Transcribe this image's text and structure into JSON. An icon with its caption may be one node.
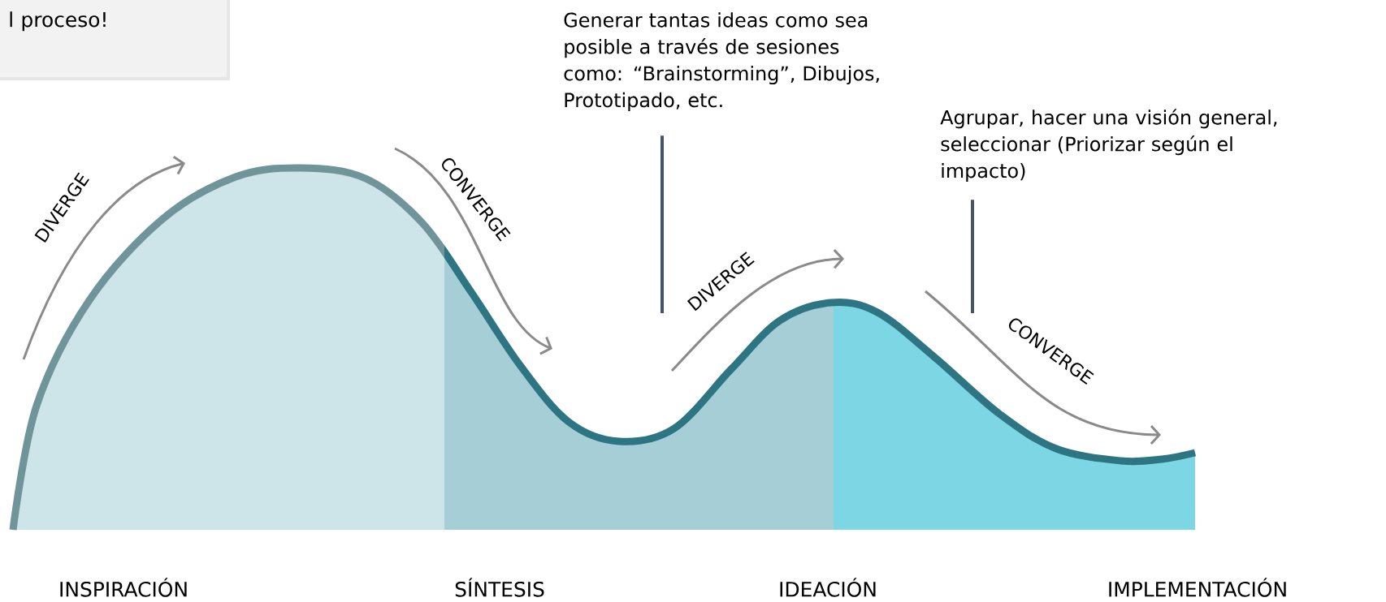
{
  "diagram": {
    "nodes": [
      {
        "text": [
          "l proceso!"
        ]
      },
      {
        "text": [
          "Generar tantas ideas como sea posible a través de sesiones como: “Brainstorming”, Dibujos, Prototipado, etc."
        ]
      },
      {
        "text": [
          "Agrupar, hacer una visión general, seleccionar (Priorizar según el impacto)"
        ]
      }
    ],
    "edges": [
      {
        "from": 1,
        "to": null,
        "arrow": "none"
      },
      {
        "from": 2,
        "to": null,
        "arrow": "none"
      }
    ],
    "labels": [
      "DIVERGE",
      "CONVERGE",
      "DIVERGE",
      "CONVERGE",
      "INSPIRACIÓN",
      "SÍNTESIS",
      "IDEACIÓN",
      "IMPLEMENTACIÓN"
    ]
  }
}
